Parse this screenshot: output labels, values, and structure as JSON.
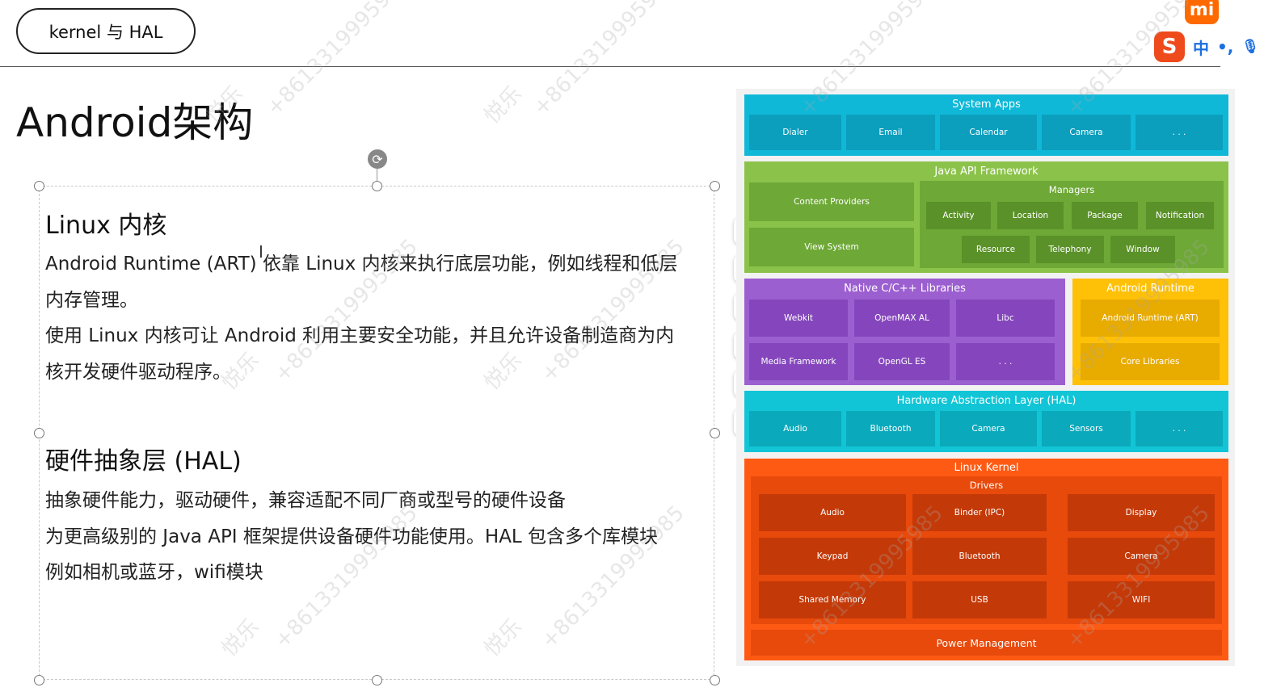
{
  "header": {
    "tag_label": "kernel 与 HAL",
    "ime_logo": "mi",
    "ime_s": "S",
    "ime_mode": "中",
    "ime_punct": "•,",
    "mic_icon": "🎙"
  },
  "slide": {
    "title": "Android架构",
    "sections": [
      {
        "heading": "Linux 内核",
        "lines": [
          "Android Runtime (ART) 依靠 Linux 内核来执行底层功能，例如线程和低层",
          "内存管理。",
          "使用 Linux 内核可让 Android 利用主要安全功能，并且允许设备制造商为内",
          "核开发硬件驱动程序。"
        ]
      },
      {
        "heading": "硬件抽象层 (HAL)",
        "lines": [
          "抽象硬件能力，驱动硬件，兼容适配不同厂商或型号的硬件设备",
          "为更高级别的 Java API 框架提供设备硬件功能使用。HAL 包含多个库模块",
          "例如相机或蓝牙，wifi模块"
        ]
      }
    ]
  },
  "toolbar": {
    "icons": [
      "layers-icon",
      "pen-icon",
      "fill-icon",
      "frame-icon",
      "magic-wand-icon",
      "more-icon"
    ],
    "more_label": "···"
  },
  "diagram": {
    "system_apps": {
      "title": "System Apps",
      "items": [
        "Dialer",
        "Email",
        "Calendar",
        "Camera",
        ". . ."
      ],
      "color": "#10b8d8"
    },
    "java_api": {
      "title": "Java API Framework",
      "left": [
        "Content Providers",
        "View System"
      ],
      "managers_title": "Managers",
      "managers_row1": [
        "Activity",
        "Location",
        "Package",
        "Notification"
      ],
      "managers_row2": [
        "Resource",
        "Telephony",
        "Window"
      ],
      "color": "#8bc34a"
    },
    "native": {
      "title": "Native C/C++ Libraries",
      "row1": [
        "Webkit",
        "OpenMAX AL",
        "Libc"
      ],
      "row2": [
        "Media Framework",
        "OpenGL ES",
        ". . ."
      ],
      "color": "#9c5fd0"
    },
    "runtime": {
      "title": "Android Runtime",
      "items": [
        "Android Runtime (ART)",
        "Core Libraries"
      ],
      "color": "#ffc107"
    },
    "hal": {
      "title": "Hardware Abstraction Layer (HAL)",
      "items": [
        "Audio",
        "Bluetooth",
        "Camera",
        "Sensors",
        ". . ."
      ],
      "color": "#11c5d6"
    },
    "kernel": {
      "title": "Linux Kernel",
      "drivers_title": "Drivers",
      "drivers": [
        "Audio",
        "Binder (IPC)",
        "Display",
        "Keypad",
        "Bluetooth",
        "Camera",
        "Shared Memory",
        "USB",
        "WIFI"
      ],
      "power": "Power Management",
      "color": "#ff5a14"
    }
  },
  "watermark": {
    "name": "悦乐",
    "phone": "+8613319995985"
  }
}
